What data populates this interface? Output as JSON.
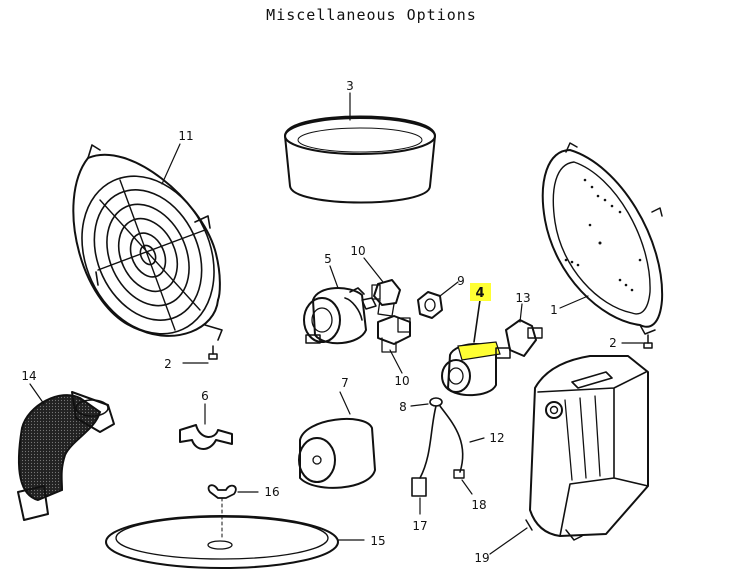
{
  "title": "Miscellaneous Options",
  "colors": {
    "highlight": "#ffff33",
    "ink": "#111111"
  },
  "callouts": {
    "c1": "1",
    "c2a": "2",
    "c2b": "2",
    "c3": "3",
    "c4": "4",
    "c5": "5",
    "c6": "6",
    "c7": "7",
    "c8": "8",
    "c9": "9",
    "c10a": "10",
    "c10b": "10",
    "c11": "11",
    "c12": "12",
    "c13": "13",
    "c14": "14",
    "c15": "15",
    "c16": "16",
    "c17": "17",
    "c18": "18",
    "c19": "19"
  }
}
